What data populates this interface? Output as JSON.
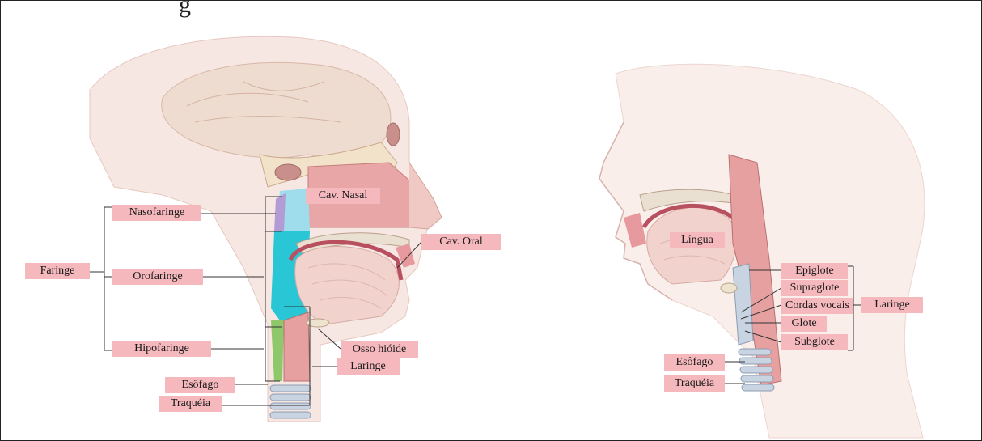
{
  "colors": {
    "label_bg": "#f4b8bd",
    "nasopharynx": "#9fdcec",
    "oropharynx": "#29c7d6",
    "hypopharynx": "#8fc86a",
    "tissue": "#e89a9e",
    "skin": "#f7e3dd"
  },
  "top_glyph": "g",
  "left_figure": {
    "labels": {
      "faringe": "Faringe",
      "nasofaringe": "Nasofaringe",
      "orofaringe": "Orofaringe",
      "hipofaringe": "Hipofaringe",
      "cav_nasal": "Cav. Nasal",
      "cav_oral": "Cav. Oral",
      "osso_hioide": "Osso hióide",
      "laringe": "Laringe",
      "esofago": "Esôfago",
      "traqueia": "Traquéia"
    }
  },
  "right_figure": {
    "labels": {
      "lingua": "Língua",
      "epiglote": "Epiglote",
      "supraglote": "Supraglote",
      "cordas_vocais": "Cordas vocais",
      "glote": "Glote",
      "subglote": "Subglote",
      "laringe": "Laringe",
      "esofago": "Esôfago",
      "traqueia": "Traquéia"
    }
  }
}
